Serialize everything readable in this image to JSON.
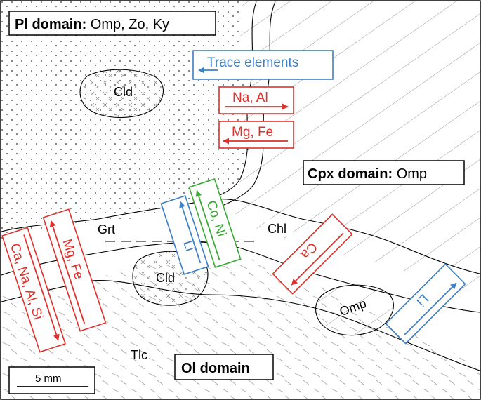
{
  "colors": {
    "red": "#e0302a",
    "blue": "#3d7fc6",
    "green": "#3aaa35",
    "line": "#000000"
  },
  "domains": {
    "pl": {
      "name": "Pl domain:",
      "minerals": "Omp, Zo, Ky"
    },
    "cpx": {
      "name": "Cpx domain:",
      "minerals": "Omp"
    },
    "ol": {
      "name": "Ol domain"
    }
  },
  "minerals": {
    "cld_top": "Cld",
    "cld_bottom": "Cld",
    "grt": "Grt",
    "chl": "Chl",
    "omp": "Omp",
    "tlc": "Tlc"
  },
  "arrows": {
    "trace_elements": {
      "label": "Trace elements",
      "color": "blue",
      "direction": "left"
    },
    "na_al": {
      "label": "Na, Al",
      "color": "red",
      "direction": "right"
    },
    "mg_fe_top": {
      "label": "Mg, Fe",
      "color": "red",
      "direction": "left"
    },
    "li_left": {
      "label": "Li",
      "color": "blue",
      "direction": "up"
    },
    "co_ni": {
      "label": "Co, Ni",
      "color": "green",
      "direction": "up"
    },
    "ca_na_al_si": {
      "label": "Ca, Na, Al, Si",
      "color": "red",
      "direction": "down"
    },
    "mg_fe_left": {
      "label": "Mg, Fe",
      "color": "red",
      "direction": "up"
    },
    "ca_right": {
      "label": "Ca",
      "color": "red",
      "direction": "down-left"
    },
    "li_right": {
      "label": "Li",
      "color": "blue",
      "direction": "up-right"
    }
  },
  "scale_bar": {
    "label": "5 mm"
  }
}
